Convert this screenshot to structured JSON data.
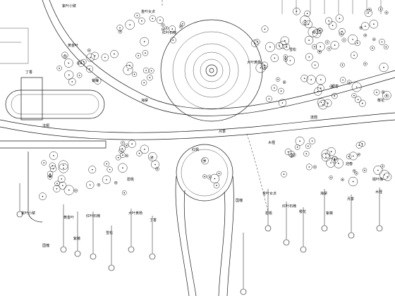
{
  "drawing": {
    "sheet_type": "landscape planting plan",
    "line_color": "#1a1a1a",
    "background": "#ffffff"
  },
  "labels": [
    {
      "id": "l1",
      "text": "紫叶小檗"
    },
    {
      "id": "l2",
      "text": "金叶女贞"
    },
    {
      "id": "l3",
      "text": "红叶石楠"
    },
    {
      "id": "l4",
      "text": "黄金叶"
    },
    {
      "id": "l5",
      "text": "丁香"
    },
    {
      "id": "l6",
      "text": "紫薇"
    },
    {
      "id": "l7",
      "text": "大叶黄杨"
    },
    {
      "id": "l8",
      "text": "雪松"
    },
    {
      "id": "l9",
      "text": "银杏"
    },
    {
      "id": "l10",
      "text": "樱花"
    },
    {
      "id": "l11",
      "text": "海棠"
    },
    {
      "id": "l12",
      "text": "月季"
    },
    {
      "id": "l13",
      "text": "木槿"
    },
    {
      "id": "l14",
      "text": "连翘"
    },
    {
      "id": "l15",
      "text": "迎春"
    },
    {
      "id": "l16",
      "text": "榆叶梅"
    },
    {
      "id": "l17",
      "text": "碧桃"
    },
    {
      "id": "l18",
      "text": "红枫"
    },
    {
      "id": "l19",
      "text": "国槐"
    },
    {
      "id": "l20",
      "text": "法桐"
    }
  ],
  "bottom_labels": [
    {
      "text": "紫叶小檗"
    },
    {
      "text": "黄金叶"
    },
    {
      "text": "红叶石楠"
    },
    {
      "text": "雪松"
    },
    {
      "text": "国槐"
    },
    {
      "text": "紫薇"
    },
    {
      "text": "大叶黄杨"
    },
    {
      "text": "丁香"
    }
  ],
  "right_labels": [
    {
      "text": "金叶女贞"
    },
    {
      "text": "红叶石楠"
    },
    {
      "text": "樱花"
    },
    {
      "text": "海棠"
    },
    {
      "text": "月季"
    },
    {
      "text": "木槿"
    },
    {
      "text": "碧桃"
    },
    {
      "text": "紫薇"
    }
  ]
}
